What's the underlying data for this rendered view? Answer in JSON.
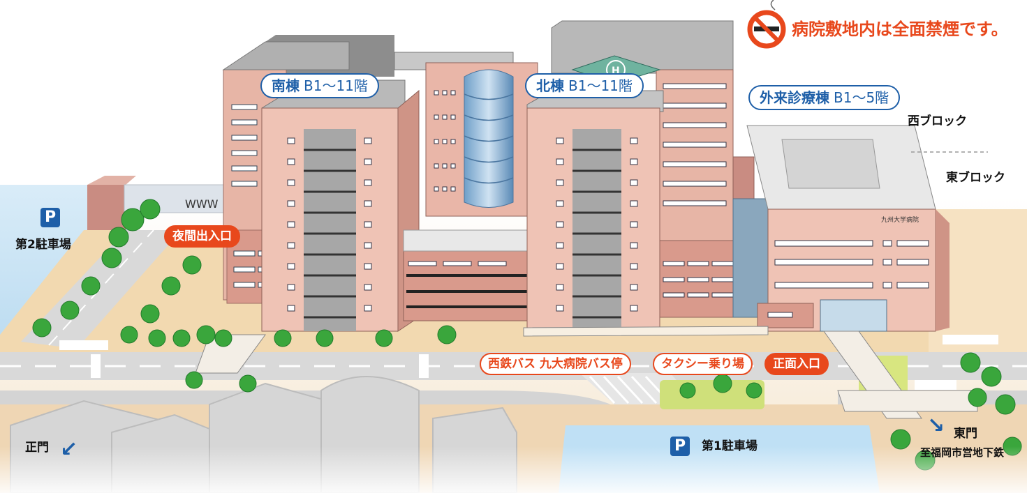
{
  "notice": {
    "text": "病院敷地内は全面禁煙です。",
    "icon": "no-smoking-icon",
    "color": "#e8481c"
  },
  "buildings": {
    "south": {
      "name": "南棟",
      "floors": "B1〜11階"
    },
    "north": {
      "name": "北棟",
      "floors": "B1〜11階"
    },
    "outpatient": {
      "name": "外来診療棟",
      "floors": "B1〜5階"
    },
    "west_block": "西ブロック",
    "east_block": "東ブロック",
    "hospital_sign": "九州大学病院"
  },
  "entrances": {
    "night": "夜間出入口",
    "bus_stop": "西鉄バス 九大病院バス停",
    "taxi": "タクシー乗り場",
    "main": "正面入口"
  },
  "parking": {
    "p_icon": "P",
    "lot1": "第1駐車場",
    "lot2": "第2駐車場"
  },
  "gates": {
    "main_gate": "正門",
    "east_gate": "東門",
    "subway": "至福岡市営地下鉄"
  },
  "colors": {
    "accent_blue": "#1e5fa8",
    "accent_orange": "#e8481c",
    "building": "#e9b9a9",
    "building_dark": "#c98c82",
    "ground": "#f2d9b0",
    "road": "#d4d4d4",
    "tree": "#3aa63c"
  }
}
